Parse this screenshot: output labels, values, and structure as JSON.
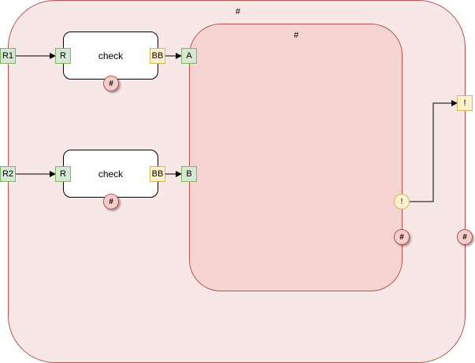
{
  "outer": {
    "label": "#"
  },
  "inner": {
    "label": "#"
  },
  "inputs": [
    {
      "label": "R1"
    },
    {
      "label": "R2"
    }
  ],
  "process_1": {
    "label": "check",
    "in_port": "R",
    "out_port": "BB",
    "marker": "#"
  },
  "process_2": {
    "label": "check",
    "in_port": "R",
    "out_port": "BB",
    "marker": "#"
  },
  "inner_ports": [
    {
      "label": "A"
    },
    {
      "label": "B"
    }
  ],
  "inner_markers": {
    "warn": "!",
    "hash": "#"
  },
  "outer_markers": {
    "out": "!",
    "hash": "#"
  },
  "colors": {
    "container_fill": "#f8e7e7",
    "container_stroke": "#b85450",
    "inner_fill": "#f5d4d2",
    "port_green": "#d5e8d4",
    "port_yellow": "#fff2cc",
    "marker_red": "#f8cecc"
  }
}
